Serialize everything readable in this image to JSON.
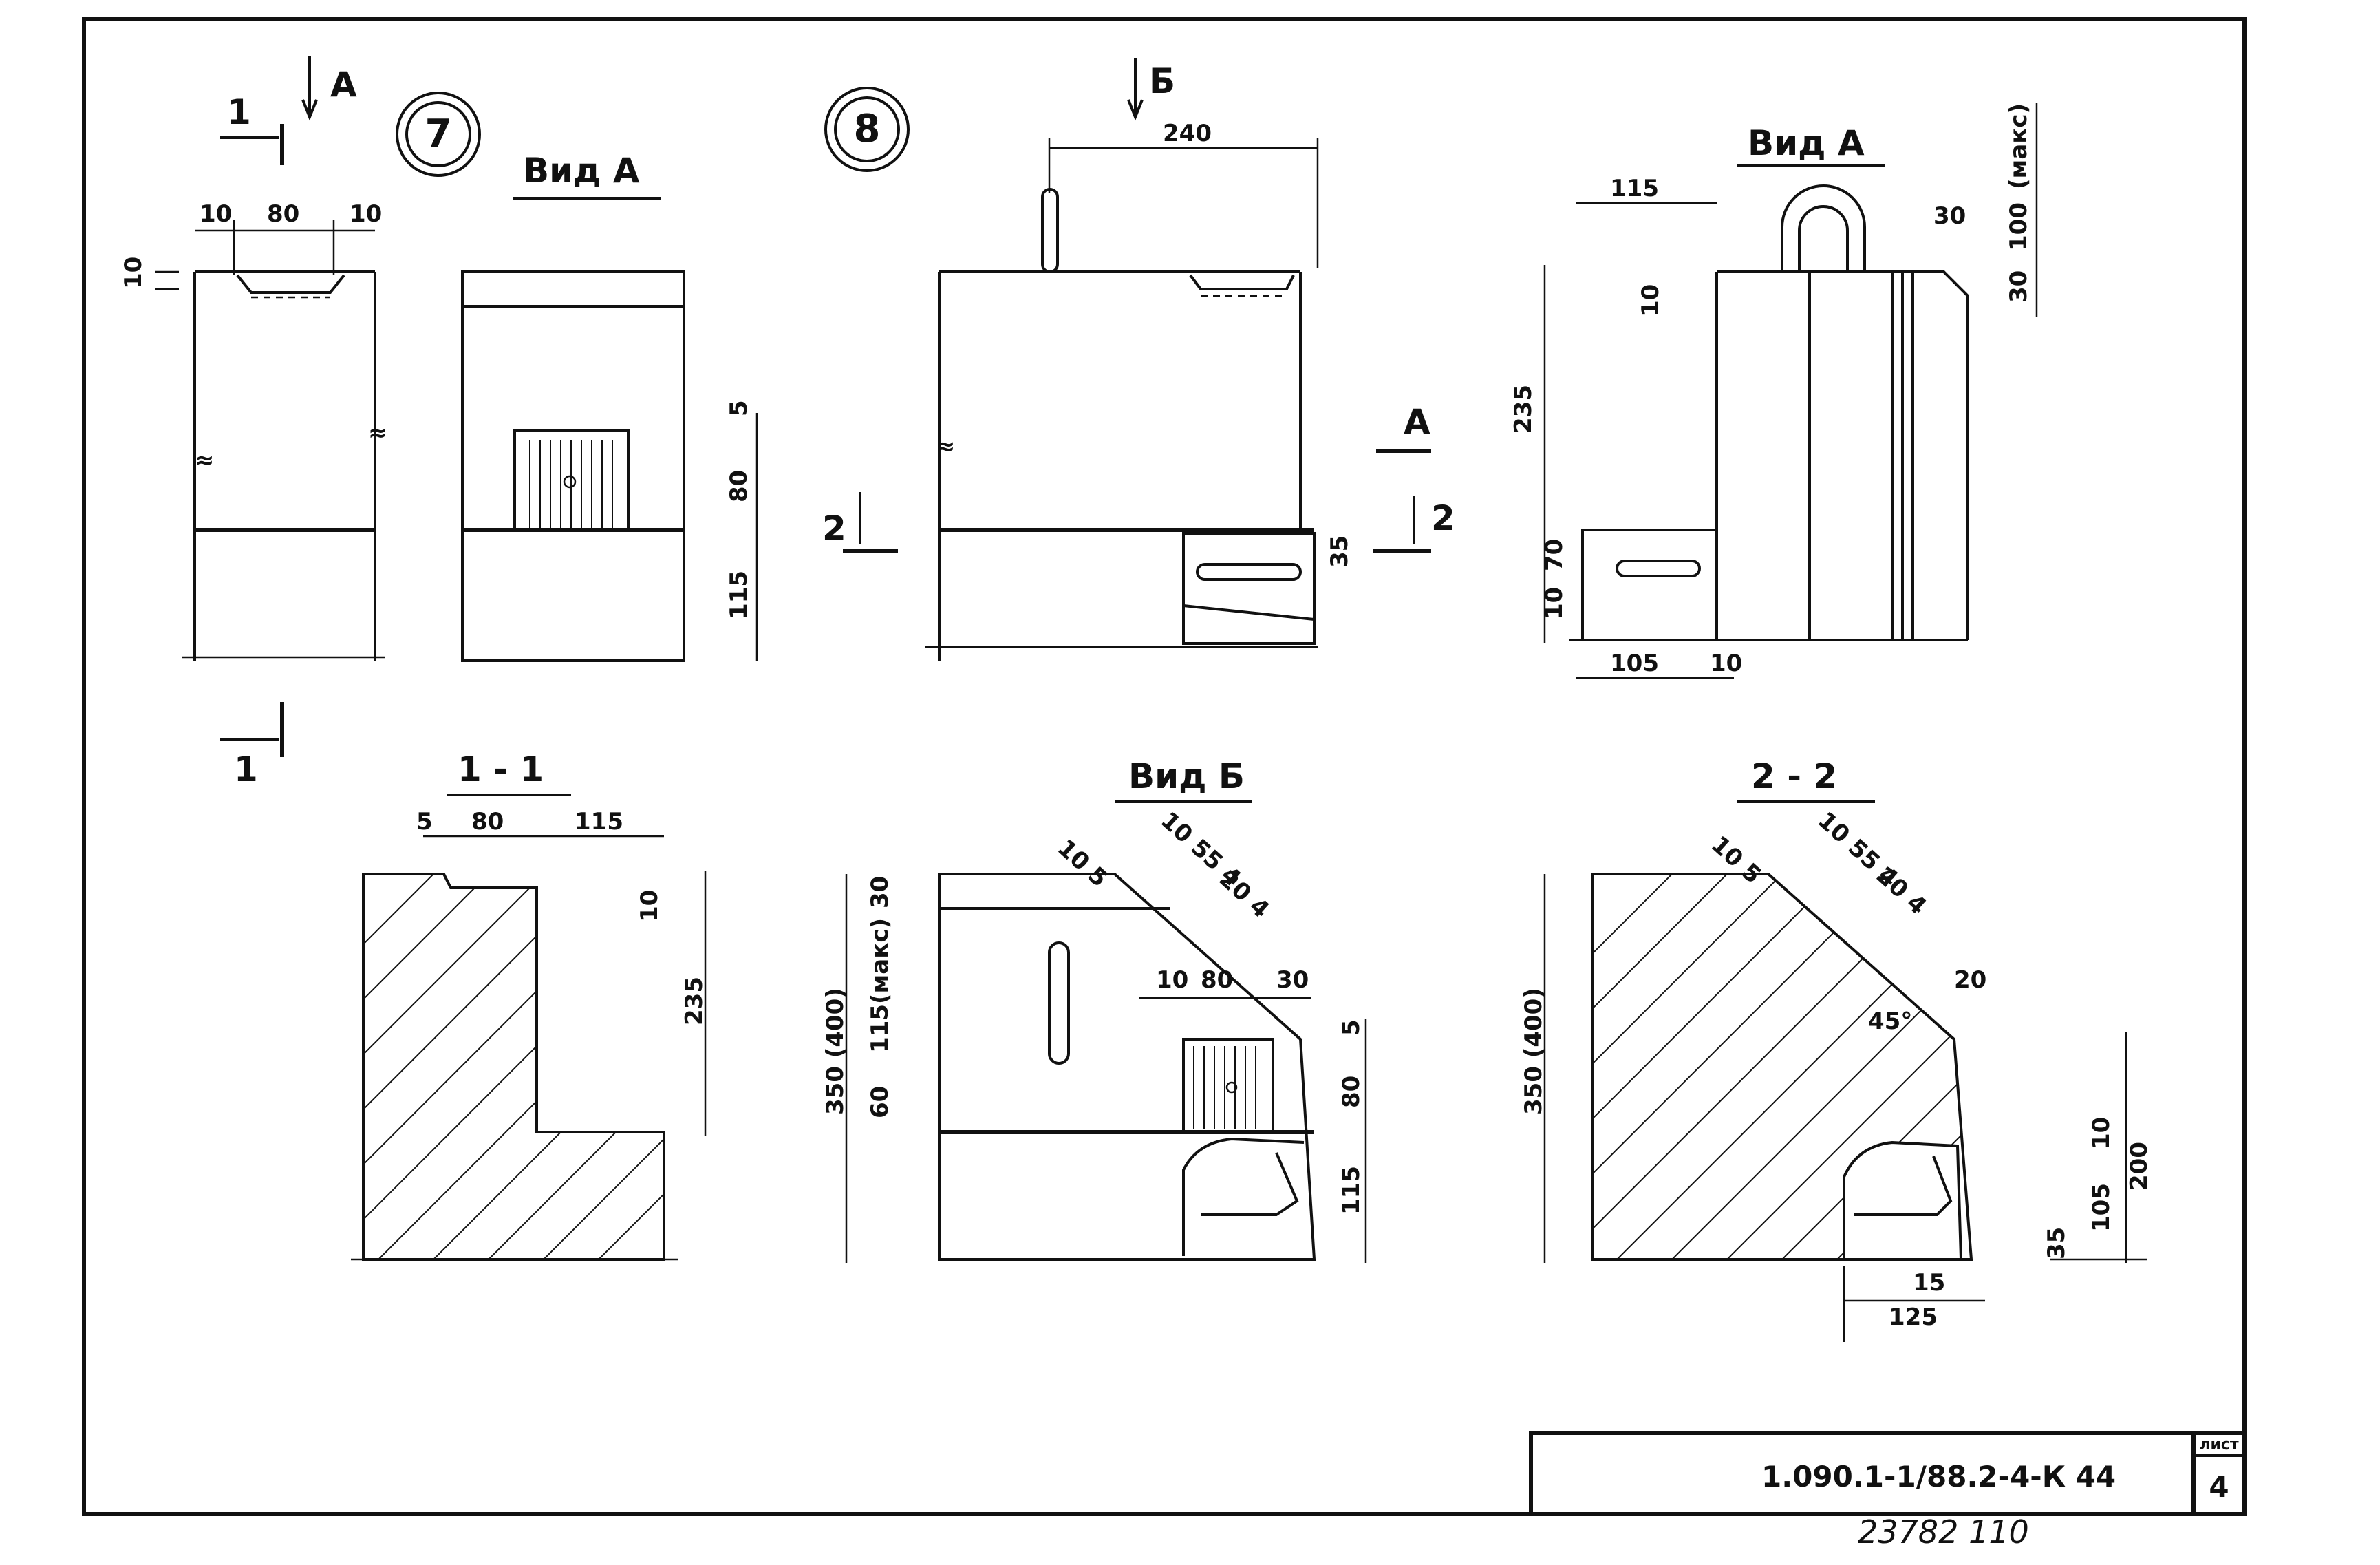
{
  "views": {
    "marker_7": "7",
    "marker_8": "8",
    "vid_a_1": "Вид А",
    "vid_a_2": "Вид А",
    "vid_b": "Вид Б",
    "sec_1_1": "1 - 1",
    "sec_2_2": "2 - 2"
  },
  "section_marks": {
    "a_top": "А",
    "b_top": "Б",
    "a_right": "А",
    "one_top": "1",
    "one_bottom": "1",
    "two_left": "2",
    "two_right": "2"
  },
  "dims": {
    "d10a": "10",
    "d80a": "80",
    "d10b": "10",
    "d10c": "10",
    "d5a": "5",
    "d80b": "80",
    "d115a": "115",
    "d240": "240",
    "d35a": "35",
    "d115b": "115",
    "d10d": "10",
    "d235a": "235",
    "d70": "70",
    "d10e": "10",
    "d105a": "105",
    "d10f": "10",
    "d30a": "30",
    "d100": "100",
    "maks1": "(макс)",
    "d30b": "30",
    "s5": "5",
    "s80": "80",
    "s115": "115",
    "s10": "10",
    "s235": "235",
    "b105": "10 5",
    "b1055": "10 55 4",
    "b204": "20 4",
    "b30": "30",
    "b350": "350 (400)",
    "b115maks": "115(макс)",
    "b60": "60",
    "b10": "10",
    "b80": "80",
    "b30b": "30",
    "b5": "5",
    "b80v": "80",
    "b115v": "115",
    "c105": "10 5",
    "c1055": "10 55 4",
    "c204": "20 4",
    "c20": "20",
    "c45": "45°",
    "c350": "350 (400)",
    "c15": "15",
    "c125": "125",
    "c10": "10",
    "c200": "200",
    "c105v": "105",
    "c35": "35"
  },
  "title_block": {
    "sheet_label": "лист",
    "sheet_number": "4",
    "code": "1.090.1-1/88.2-4-К 44"
  },
  "footer_number": "23782 110"
}
